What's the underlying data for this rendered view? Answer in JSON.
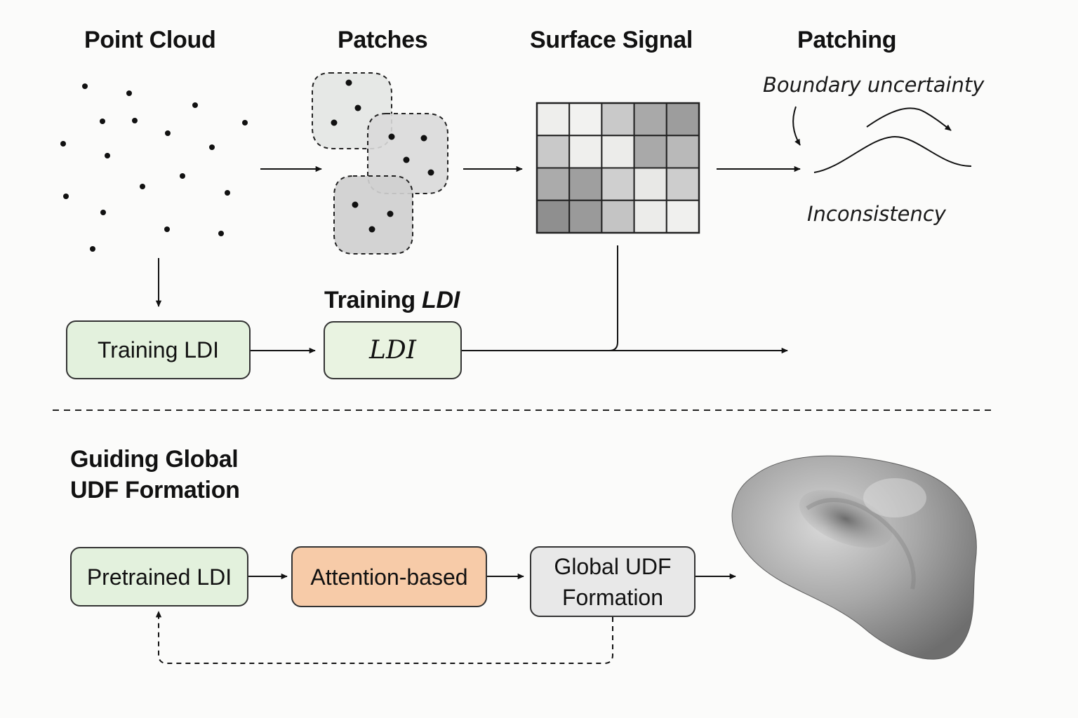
{
  "headings": {
    "point_cloud": "Point Cloud",
    "patches": "Patches",
    "surface_signal": "Surface Signal",
    "patching": "Patching",
    "training_ldi_prefix": "Training ",
    "training_ldi_italic": "LDI",
    "guiding_line1": "Guiding Global",
    "guiding_line2": "UDF Formation"
  },
  "annotations": {
    "boundary": "Boundary uncertainty",
    "inconsistency": "Inconsistency"
  },
  "boxes": {
    "training_ldi": "Training LDI",
    "ldi": "LDI",
    "pretrained_ldi": "Pretrained LDI",
    "attention": "Attention-based",
    "global_udf_line1": "Global UDF",
    "global_udf_line2": "Formation"
  },
  "surface_grid": [
    [
      "#eeeeec",
      "#f2f2f0",
      "#c9c9c9",
      "#a9a9a9",
      "#9d9d9d"
    ],
    [
      "#c9c9c9",
      "#efefed",
      "#ececea",
      "#a9a9a9",
      "#b9b9b9"
    ],
    [
      "#ababab",
      "#9f9f9f",
      "#cfcfcf",
      "#e8e8e6",
      "#cdcdcd"
    ],
    [
      "#8f8f8f",
      "#9a9a9a",
      "#c4c4c4",
      "#ececea",
      "#f0f0ee"
    ]
  ],
  "colors": {
    "green_box": "#e3f1dd",
    "orange_box": "#f7cba8",
    "grey_box": "#e8e8e8",
    "shape": "#8a8a8a"
  }
}
